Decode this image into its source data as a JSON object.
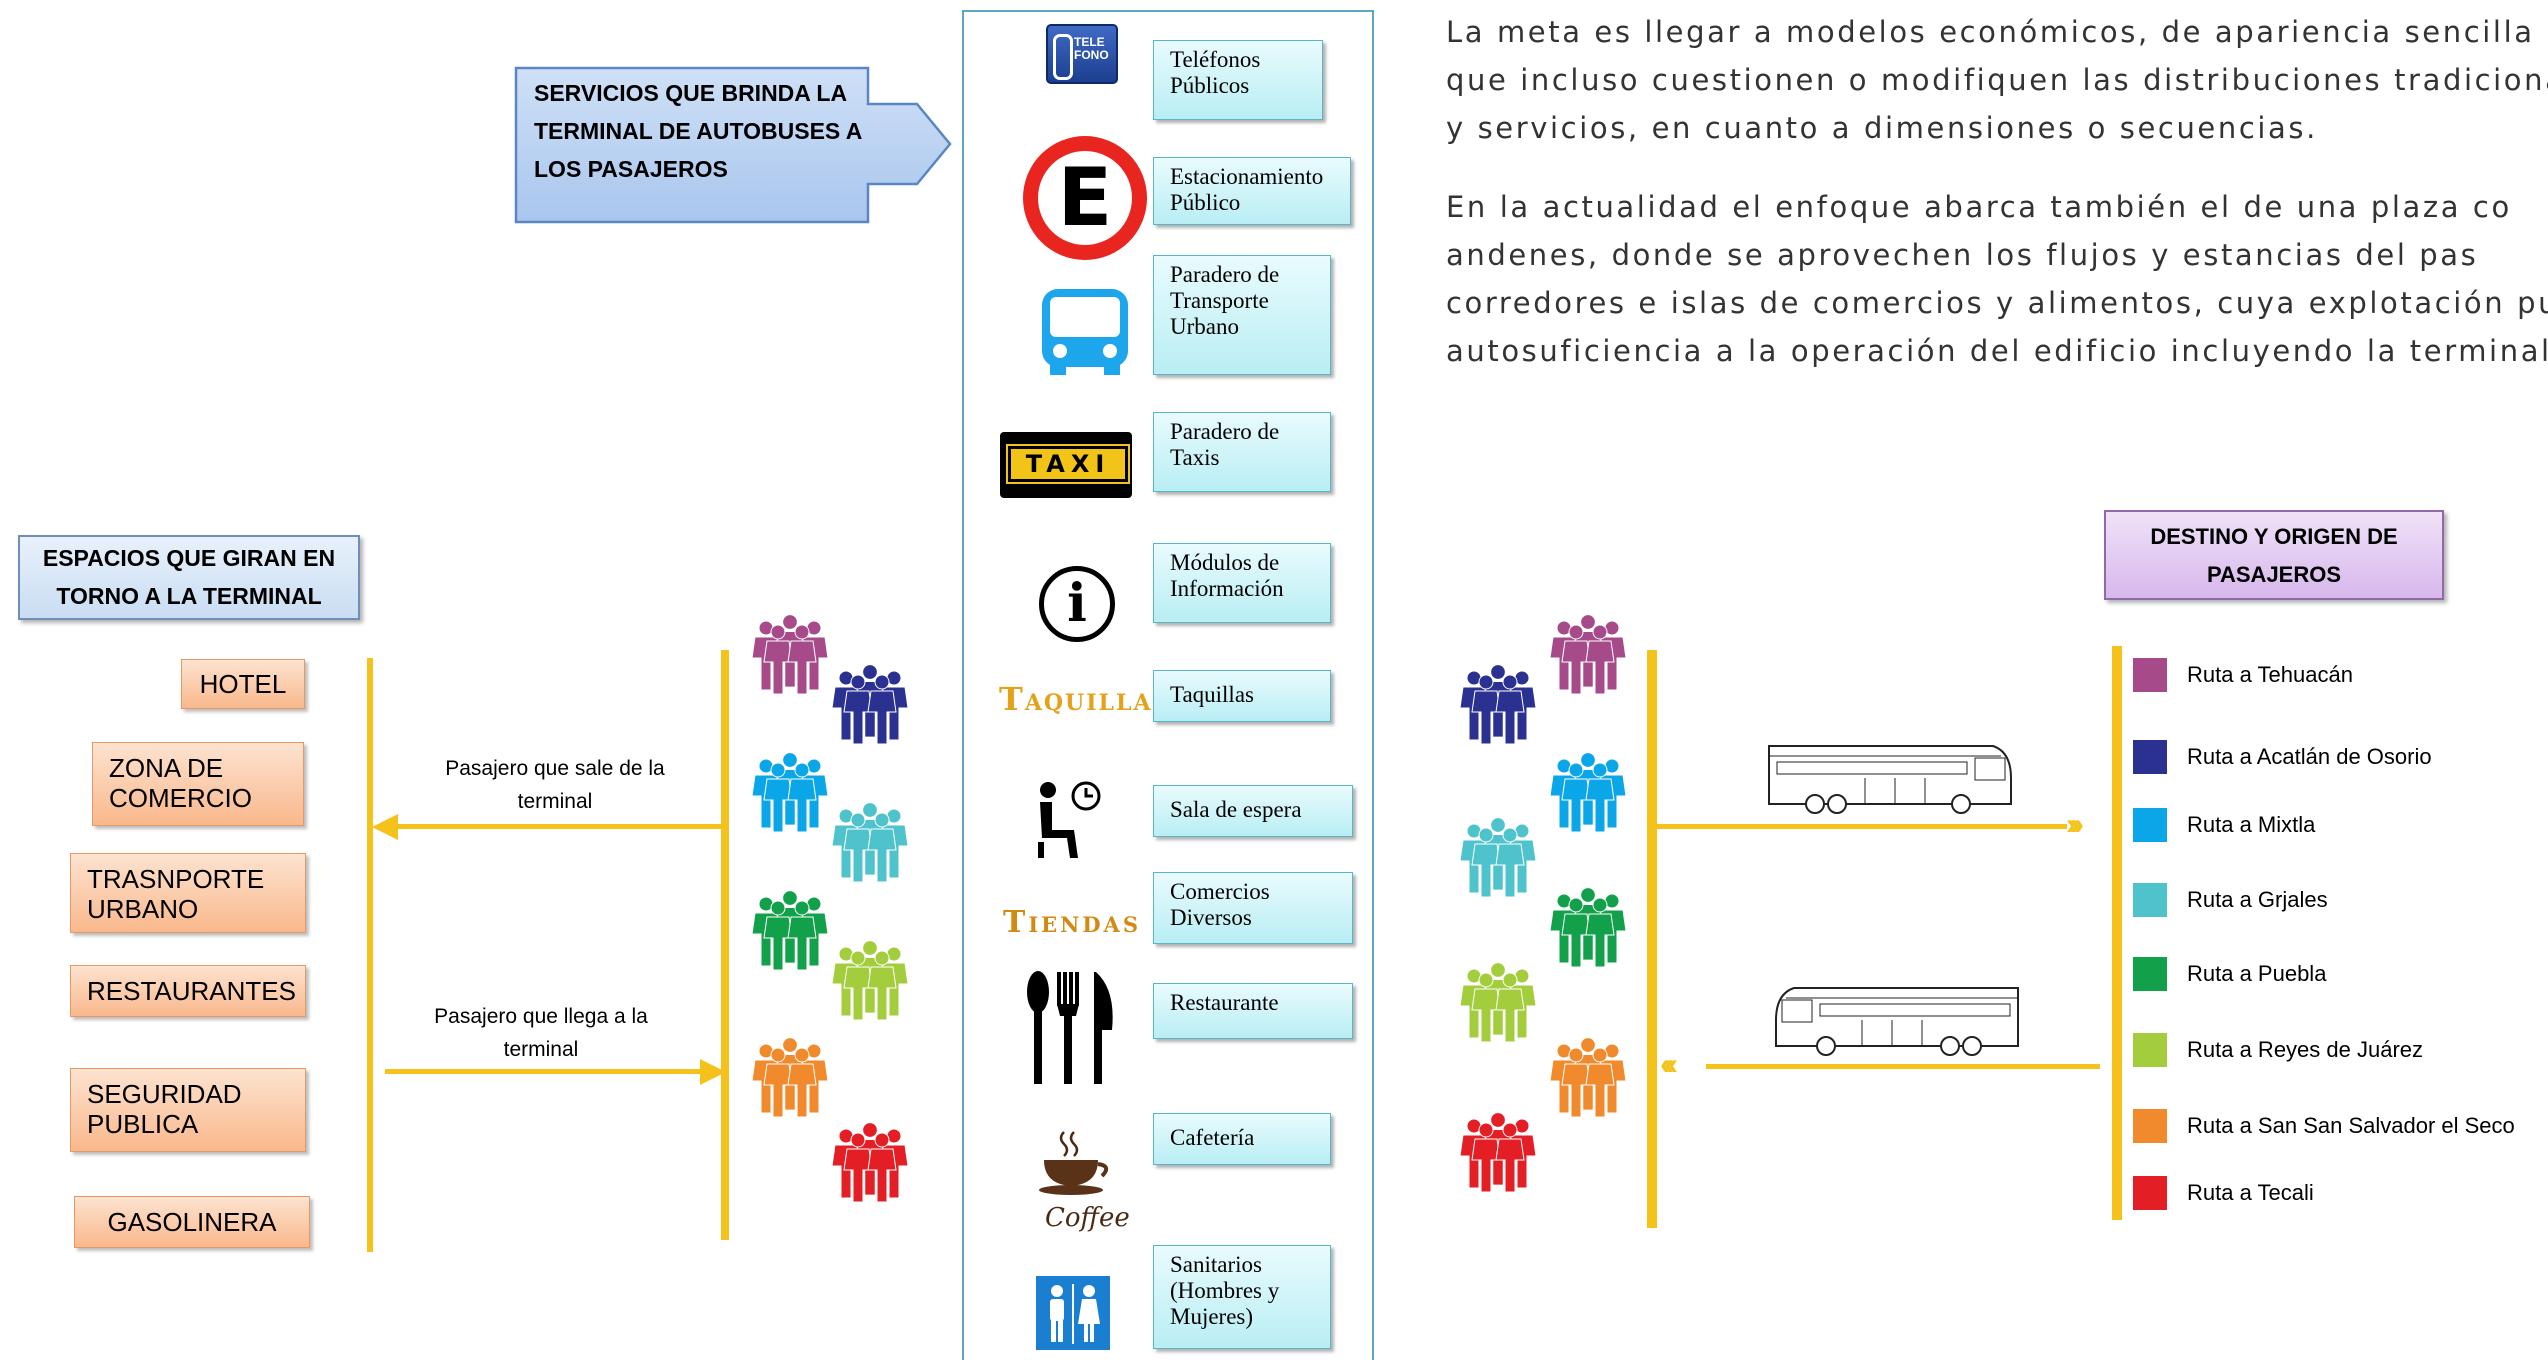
{
  "text": {
    "para1_line1": "La meta es llegar a modelos económicos, de apariencia sencilla",
    "para1_line2": "que incluso cuestionen o modifiquen las  distribuciones  tradicional",
    "para1_line3": "y servicios, en cuanto a dimensiones o secuencias.",
    "para2_line1": "En la actualidad el enfoque abarca también el de una plaza co",
    "para2_line2": "andenes,  donde se aprovechen los flujos y estancias del pas",
    "para2_line3": "corredores  e islas de comercios y alimentos, cuya explotación pu",
    "para2_line4": "autosuficiencia a la operación del edificio incluyendo la terminal en"
  },
  "services_header": "SERVICIOS QUE BRINDA LA TERMINAL DE AUTOBUSES A LOS PASAJEROS",
  "services": [
    {
      "label": "Teléfonos Públicos",
      "icon": "telephone-icon",
      "icon_text": "TELE FONO"
    },
    {
      "label": "Estacionamiento Público",
      "icon": "parking-icon",
      "icon_text": "E"
    },
    {
      "label": "Paradero de Transporte Urbano",
      "icon": "bus-icon"
    },
    {
      "label": "Paradero de Taxis",
      "icon": "taxi-icon",
      "icon_text": "TAXI"
    },
    {
      "label": "Módulos de Información",
      "icon": "info-icon",
      "icon_text": "i"
    },
    {
      "label": "Taquillas",
      "icon": "ticket-office-icon",
      "icon_text": "Taquillas"
    },
    {
      "label": "Sala de espera",
      "icon": "waiting-room-icon"
    },
    {
      "label": "Comercios Diversos",
      "icon": "shops-icon",
      "icon_text": "Tiendas"
    },
    {
      "label": "Restaurante",
      "icon": "cutlery-icon"
    },
    {
      "label": "Cafetería",
      "icon": "coffee-icon",
      "icon_text": "Coffee"
    },
    {
      "label": "Sanitarios (Hombres y Mujeres)",
      "icon": "restroom-icon"
    }
  ],
  "spaces_header": "ESPACIOS QUE GIRAN EN TORNO A LA TERMINAL",
  "spaces": [
    "HOTEL",
    "ZONA DE COMERCIO",
    "TRASNPORTE URBANO",
    "RESTAURANTES",
    "SEGURIDAD PUBLICA",
    "GASOLINERA"
  ],
  "flows": {
    "out_label": "Pasajero que sale de la terminal",
    "in_label": "Pasajero que llega a  la terminal"
  },
  "destinations_header": "DESTINO Y ORIGEN DE PASAJEROS",
  "routes": [
    {
      "label": "Ruta a Tehuacán",
      "color": "#a64a8a"
    },
    {
      "label": "Ruta a Acatlán de Osorio",
      "color": "#2b3190"
    },
    {
      "label": "Ruta a Mixtla",
      "color": "#0aa6e8"
    },
    {
      "label": "Ruta a Grjales",
      "color": "#4fc3cb"
    },
    {
      "label": "Ruta a Puebla",
      "color": "#12a14a"
    },
    {
      "label": "Ruta a Reyes de Juárez",
      "color": "#a3cd3c"
    },
    {
      "label": "Ruta a San San Salvador el Seco",
      "color": "#f18a2c"
    },
    {
      "label": "Ruta a Tecali",
      "color": "#e31e25"
    }
  ],
  "colors": {
    "accent_yellow": "#f4c21a",
    "services_border": "#5aa9c0"
  }
}
